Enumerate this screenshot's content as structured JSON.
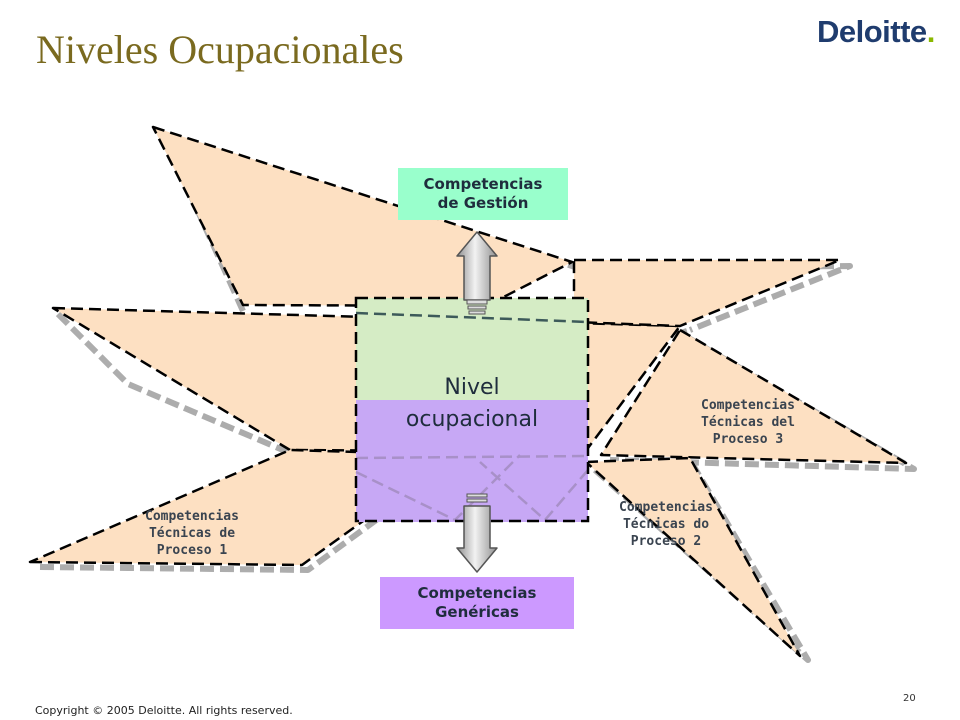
{
  "title": "Niveles Ocupacionales",
  "logo": {
    "text": "Deloitte",
    "dot": "."
  },
  "boxes": {
    "gestion": {
      "line1": "Competencias",
      "line2": "de Gestión"
    },
    "genericas": {
      "line1": "Competencias",
      "line2": "Genéricas"
    }
  },
  "nivel": {
    "line1": "Nivel",
    "line2": "ocupacional"
  },
  "labels": {
    "proceso1": {
      "line1": "Competencias",
      "line2": "Técnicas de",
      "line3": "Proceso 1"
    },
    "proceso2": {
      "line1": "Competencias",
      "line2": "Técnicas do",
      "line3": "Proceso 2"
    },
    "proceso3": {
      "line1": "Competencias",
      "line2": "Técnicas del",
      "line3": "Proceso 3"
    }
  },
  "footer": {
    "copyright": "Copyright © 2005 Deloitte. All rights reserved.",
    "page": "20"
  },
  "colors": {
    "peach": "#fde0c2",
    "green_box": "#99ffcc",
    "purple_box": "#cc99ff",
    "nivel_green": "#d5ecc5",
    "nivel_purple": "#c7a8f5",
    "title": "#7a6a1f",
    "logo": "#1f3c6e",
    "logo_dot": "#8ab800"
  }
}
